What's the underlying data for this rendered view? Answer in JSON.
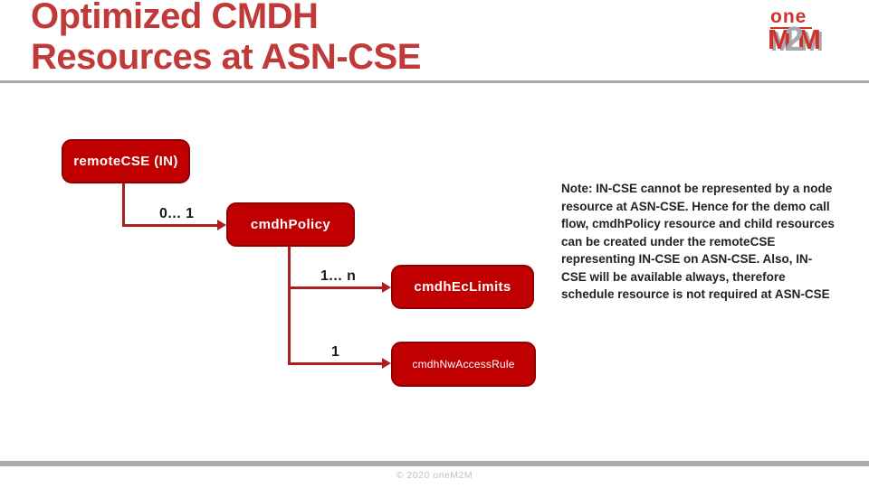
{
  "slide": {
    "title_line1": "Optimized CMDH",
    "title_line2": "Resources at ASN-CSE",
    "footer": "© 2020 oneM2M",
    "colors": {
      "title_red": "#C03A3A",
      "box_fill_red": "#C00000",
      "box_border_red": "#8F0000",
      "connector_red": "#AA1F1F",
      "rule_gray": "#A9A9A9",
      "logo_red": "#CE332B",
      "logo_gray": "#A7A9AC",
      "footer_gray": "#C2C2C2"
    }
  },
  "logo": {
    "one": "one",
    "m_left": "M",
    "two": "2",
    "m_right": "M"
  },
  "diagram": {
    "nodes": [
      {
        "id": "remoteCSE",
        "label": "remoteCSE (IN)"
      },
      {
        "id": "cmdhPolicy",
        "label": "cmdhPolicy"
      },
      {
        "id": "cmdhEcLimits",
        "label": "cmdhEcLimits"
      },
      {
        "id": "cmdhNwAccessRule",
        "label": "cmdhNwAccessRule"
      }
    ],
    "edges": [
      {
        "from": "remoteCSE",
        "to": "cmdhPolicy",
        "cardinality": "0... 1"
      },
      {
        "from": "cmdhPolicy",
        "to": "cmdhEcLimits",
        "cardinality": "1... n"
      },
      {
        "from": "cmdhPolicy",
        "to": "cmdhNwAccessRule",
        "cardinality": "1"
      }
    ]
  },
  "note": {
    "label": "Note:",
    "body": " IN-CSE cannot be represented by a node resource at ASN-CSE. Hence for the demo call flow, cmdhPolicy resource and child resources can be created under the remoteCSE representing IN-CSE on ASN-CSE. Also, IN-CSE will be available always, therefore schedule resource is not required at ASN-CSE"
  }
}
